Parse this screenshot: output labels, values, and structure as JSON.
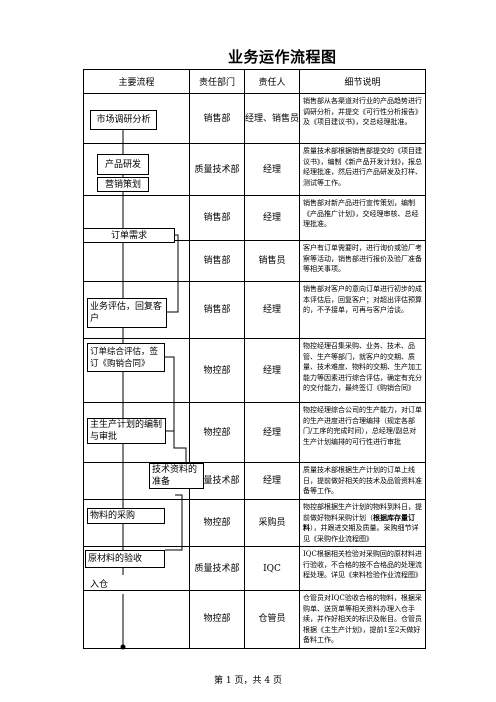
{
  "title": "业务运作流程图",
  "headers": [
    "主要流程",
    "责任部门",
    "责任人",
    "细节说明"
  ],
  "flow_boxes": [
    "市场调研分析",
    "产品研发",
    "营销策划",
    "订单需求",
    "业务评估，回复客户",
    "订单综合评估，签订《购销合同》",
    "主生产计划的编制与审批",
    "技术资料的准备",
    "物料的采购",
    "原材料的验收",
    "入仓"
  ],
  "rows": [
    {
      "dept": "销售部",
      "person": "经理、销售员",
      "detail": "销售部从各渠道对行业的产品趋势进行调研分析，并提交《可行性分析报告》及《项目建议书》，交总经理批准。"
    },
    {
      "dept": "质量技术部",
      "person": "经理",
      "detail": "质量技术部根据销售部提交的《项目建议书》，编制《新产品开发计划》，报总经理批准，然后进行产品研发及打样、测试等工作。"
    },
    {
      "dept": "销售部",
      "person": "经理",
      "detail": "销售部对新产品进行宣传策划，编制《产品推广计划》，交经理审核、总经理批准。"
    },
    {
      "dept": "销售部",
      "person": "销售员",
      "detail": "客户有订单需要时，进行询价或验厂考察等活动，销售部进行报价及验厂准备等相关事项。"
    },
    {
      "dept": "销售部",
      "person": "经理",
      "detail": "销售部对客户的意向订单进行初步的成本评估后，回复客户；对超出评估预算的，不予接单，可再与客户洽谈。"
    },
    {
      "dept": "物控部",
      "person": "经理",
      "detail": "物控经理召集采购、业务、技术、品管、生产等部门，就客户的交期、质量、技术难度、物料的交期、生产加工能力等因素进行综合评估，确定有充分的交付能力，最终签订《购销合同》"
    },
    {
      "dept": "物控部",
      "person": "经理",
      "detail": "物控经理综合公司的生产能力，对订单的生产进度进行合理编排（规定各部门/工序的完成时间），总经理/副总对生产计划编排的可行性进行审批"
    },
    {
      "dept": "质量技术部",
      "person": "经理",
      "detail": "质量技术部根据生产计划的订单上线日，提前做好相关的技术及品管资料准备等工作。"
    },
    {
      "dept": "物控部",
      "person": "采购员",
      "detail_pre": "物控部根据生产计划的物料到料日，提前做好物料采购计划（",
      "detail_bold": "根据库存量订料",
      "detail_post": "），并跟进交期及质量。采购细节详见《采购作业流程图》"
    },
    {
      "dept": "质量技术部",
      "person": "IQC",
      "detail": "IQC根据相关检验对采购回的原材料进行验收，不合格的按不合格品的处理流程处理。详见《来料检验作业流程图》"
    },
    {
      "dept": "物控部",
      "person": "仓管员",
      "detail": "仓管员对IQC验收合格的物料，根据采购单、送货单等相关资料办理入仓手续，并作好相关的标识及帐目。仓管员根据《主生产计划》，提前1至2天做好备料工作。"
    }
  ],
  "footer": "第 1 页，共 4 页"
}
